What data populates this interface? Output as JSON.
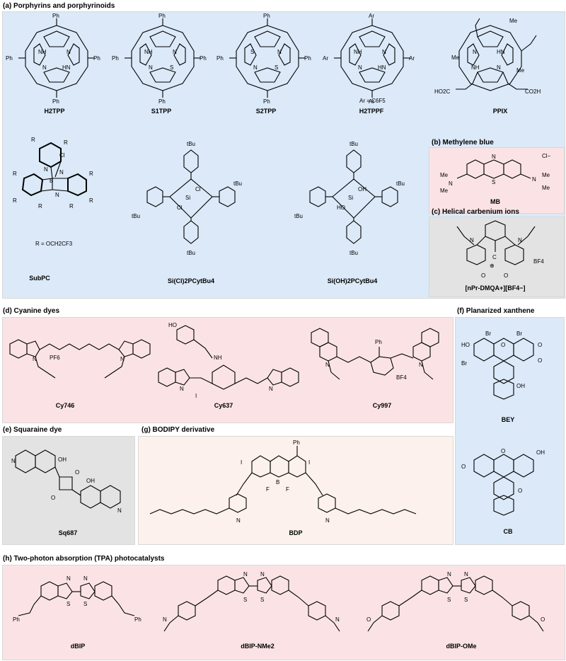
{
  "sections": {
    "a": "(a) Porphyrins and porphyrinoids",
    "b": "(b) Methylene blue",
    "c": "(c) Helical carbenium ions",
    "d": "(d) Cyanine dyes",
    "e": "(e) Squaraine dye",
    "f": "(f) Planarized xanthene",
    "g": "(g) BODIPY derivative",
    "h": "(h) Two-photon absorption (TPA) photocatalysts"
  },
  "compounds": {
    "h2tpp": "H2TPP",
    "s1tpp": "S1TPP",
    "s2tpp": "S2TPP",
    "h2tppf": "H2TPPF",
    "ppix": "PPIX",
    "mb": "MB",
    "subpc": "SubPC",
    "sicl": "Si(Cl)2PCytBu4",
    "sioh": "Si(OH)2PCytBu4",
    "dmqa": "[nPr-DMQA+][BF4−]",
    "cy746": "Cy746",
    "cy637": "Cy637",
    "cy997": "Cy997",
    "bey": "BEY",
    "cb": "CB",
    "sq687": "Sq687",
    "bdp": "BDP",
    "dbip": "dBIP",
    "dbipnme2": "dBIP-NMe2",
    "dbipome": "dBIP-OMe"
  },
  "notes": {
    "ar": "Ar = C6F5",
    "r": "R = OCH2CF3",
    "pf6": "PF6−",
    "bf4": "BF4−",
    "cl": "Cl−"
  }
}
